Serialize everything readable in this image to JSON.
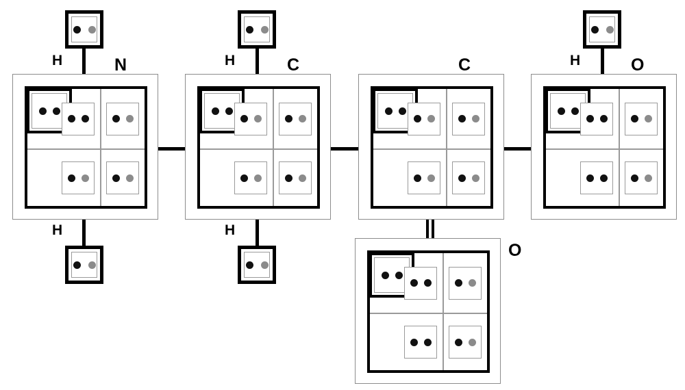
{
  "diagram": {
    "title": "Orbital box electron configuration diagram",
    "type": "molecular-orbital-box-diagram",
    "colors": {
      "electron_spin_up": "#111111",
      "electron_spin_down": "#8b8b8b",
      "bond": "#000000",
      "valence_frame": "#000000",
      "outer_frame": "#8c8c8c",
      "background": "#ffffff"
    }
  },
  "labels": {
    "h1": "H",
    "n": "N",
    "h2": "H",
    "c1": "C",
    "c2": "C",
    "h3": "H",
    "o1": "O",
    "h4": "H",
    "h5": "H",
    "o2": "O"
  },
  "hydrogens": [
    {
      "id": "h-top-1",
      "label": "H",
      "orbital": [
        "up",
        "dn"
      ]
    },
    {
      "id": "h-top-2",
      "label": "H",
      "orbital": [
        "up",
        "dn"
      ]
    },
    {
      "id": "h-top-4",
      "label": "H",
      "orbital": [
        "up",
        "dn"
      ]
    },
    {
      "id": "h-bot-1",
      "label": "H",
      "orbital": [
        "up",
        "dn"
      ]
    },
    {
      "id": "h-bot-2",
      "label": "H",
      "orbital": [
        "up",
        "dn"
      ]
    }
  ],
  "atoms": [
    {
      "id": "atom-n",
      "element": "N",
      "core": [
        "up",
        "up"
      ],
      "orbitals": {
        "top_left": [
          "up",
          "up"
        ],
        "top_right": [
          "up",
          "dn"
        ],
        "bottom_left": [
          "up",
          "dn"
        ],
        "bottom_right": [
          "up",
          "dn"
        ]
      }
    },
    {
      "id": "atom-c1",
      "element": "C",
      "core": [
        "up",
        "up"
      ],
      "orbitals": {
        "top_left": [
          "up",
          "dn"
        ],
        "top_right": [
          "up",
          "dn"
        ],
        "bottom_left": [
          "up",
          "dn"
        ],
        "bottom_right": [
          "up",
          "dn"
        ]
      }
    },
    {
      "id": "atom-c2",
      "element": "C",
      "core": [
        "up",
        "up"
      ],
      "orbitals": {
        "top_left": [
          "up",
          "dn"
        ],
        "top_right": [
          "up",
          "dn"
        ],
        "bottom_left": [
          "up",
          "dn"
        ],
        "bottom_right": [
          "up",
          "dn"
        ]
      }
    },
    {
      "id": "atom-o1",
      "element": "O",
      "core": [
        "up",
        "up"
      ],
      "orbitals": {
        "top_left": [
          "up",
          "up"
        ],
        "top_right": [
          "up",
          "dn"
        ],
        "bottom_left": [
          "up",
          "up"
        ],
        "bottom_right": [
          "up",
          "dn"
        ]
      }
    },
    {
      "id": "atom-o2",
      "element": "O",
      "core": [
        "up",
        "up"
      ],
      "orbitals": {
        "top_left": [
          "up",
          "up"
        ],
        "top_right": [
          "up",
          "dn"
        ],
        "bottom_left": [
          "up",
          "up"
        ],
        "bottom_right": [
          "up",
          "dn"
        ]
      }
    }
  ],
  "bonds": [
    {
      "id": "bond-h1-n",
      "from": "h-top-1",
      "to": "atom-n",
      "order": 1,
      "orientation": "vertical"
    },
    {
      "id": "bond-n-h4",
      "from": "atom-n",
      "to": "h-bot-1",
      "order": 1,
      "orientation": "vertical"
    },
    {
      "id": "bond-n-c1",
      "from": "atom-n",
      "to": "atom-c1",
      "order": 1,
      "orientation": "horizontal"
    },
    {
      "id": "bond-h2-c1",
      "from": "h-top-2",
      "to": "atom-c1",
      "order": 1,
      "orientation": "vertical"
    },
    {
      "id": "bond-c1-h5",
      "from": "atom-c1",
      "to": "h-bot-2",
      "order": 1,
      "orientation": "vertical"
    },
    {
      "id": "bond-c1-c2",
      "from": "atom-c1",
      "to": "atom-c2",
      "order": 1,
      "orientation": "horizontal"
    },
    {
      "id": "bond-c2-o1",
      "from": "atom-c2",
      "to": "atom-o1",
      "order": 1,
      "orientation": "horizontal"
    },
    {
      "id": "bond-c2-o2",
      "from": "atom-c2",
      "to": "atom-o2",
      "order": 2,
      "orientation": "vertical"
    },
    {
      "id": "bond-h3-o1",
      "from": "h-top-4",
      "to": "atom-o1",
      "order": 1,
      "orientation": "vertical"
    }
  ]
}
